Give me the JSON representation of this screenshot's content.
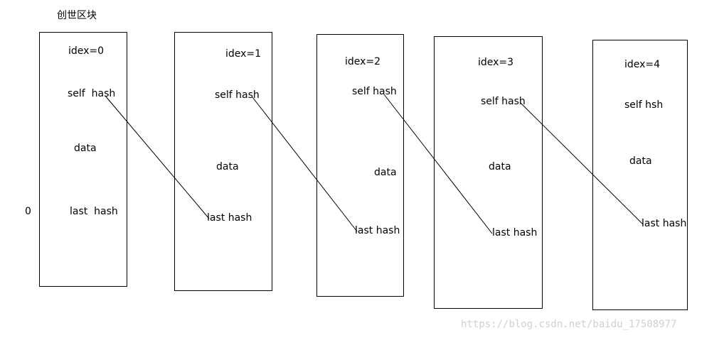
{
  "title": "创世区块",
  "outside_label": "0",
  "blocks": [
    {
      "index": "idex=0",
      "self": "self  hash",
      "data": "data",
      "last": "last  hash"
    },
    {
      "index": "idex=1",
      "self": "self hash",
      "data": "data",
      "last": "last hash"
    },
    {
      "index": "idex=2",
      "self": "self hash",
      "data": "data",
      "last": "last hash"
    },
    {
      "index": "idex=3",
      "self": "self hash",
      "data": "data",
      "last": "last hash"
    },
    {
      "index": "idex=4",
      "self": "self hsh",
      "data": "data",
      "last": "last hash"
    }
  ],
  "watermark": "https://blog.csdn.net/baidu_17508977"
}
